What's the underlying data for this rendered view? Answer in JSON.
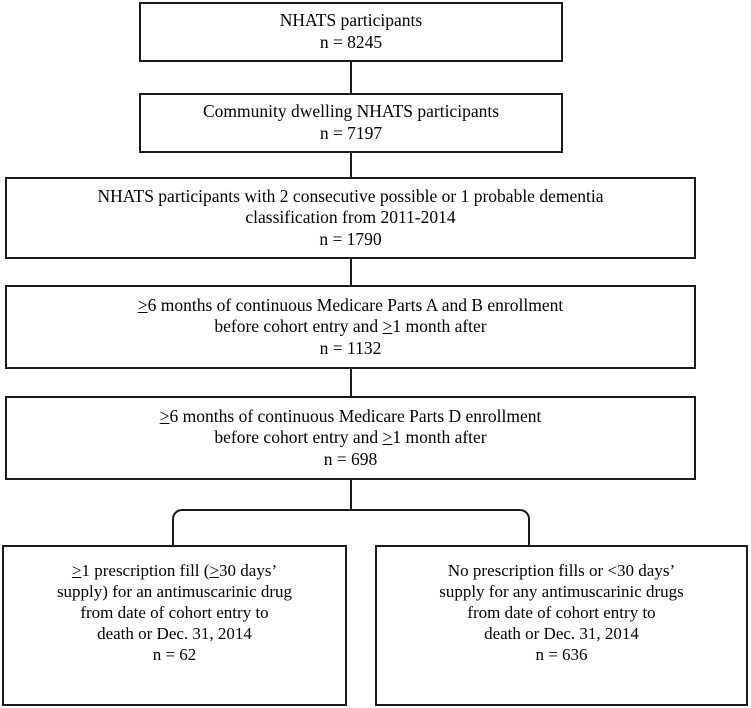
{
  "diagram": {
    "title": "NHATS participant cohort selection flow diagram",
    "type": "flowchart",
    "orientation": "top-to-bottom",
    "stroke_color": "#1b1b1b",
    "background_color": "#ffffff",
    "nodes": [
      {
        "id": "node-1",
        "label": "NHATS participants",
        "lines": [
          "NHATS participants",
          "n = 8245"
        ],
        "n_label": "n = 8245",
        "n_value": 8245
      },
      {
        "id": "node-2",
        "label": "Community dwelling NHATS participants",
        "lines": [
          "Community dwelling NHATS participants",
          "n = 7197"
        ],
        "n_label": "n = 7197",
        "n_value": 7197
      },
      {
        "id": "node-3",
        "label": "NHATS participants with 2 consecutive possible or 1 probable dementia classification from 2011-2014",
        "lines": [
          "NHATS participants with 2 consecutive possible or 1 probable dementia",
          "classification from 2011-2014",
          "n = 1790"
        ],
        "n_label": "n = 1790",
        "n_value": 1790
      },
      {
        "id": "node-4",
        "label": "≥6 months of continuous Medicare Parts A and B enrollment before cohort entry and ≥1 month after",
        "lines": [
          "≥6 months of continuous Medicare Parts A and B enrollment",
          "before cohort entry and ≥1 month after",
          "n = 1132"
        ],
        "line1_prefix": ">",
        "line1_rest": "6 months of continuous Medicare Parts A and B enrollment",
        "line2_a": "before cohort entry and ",
        "line2_prefix": ">",
        "line2_rest": "1 month after",
        "n_label": "n = 1132",
        "n_value": 1132
      },
      {
        "id": "node-5",
        "label": "≥6 months of continuous Medicare Parts D enrollment before cohort entry and ≥1 month after",
        "lines": [
          "≥6 months of continuous Medicare Parts D enrollment",
          "before cohort entry and ≥1 month after",
          "n = 698"
        ],
        "line1_prefix": ">",
        "line1_rest": "6 months of continuous Medicare Parts D enrollment",
        "line2_a": "before cohort entry and ",
        "line2_prefix": ">",
        "line2_rest": "1 month after",
        "n_label": "n = 698",
        "n_value": 698
      },
      {
        "id": "node-6",
        "label": "≥1 prescription fill (≥30 days’ supply) for an antimuscarinic drug from date of cohort entry to death or Dec. 31, 2014",
        "lines": [
          "≥1 prescription fill (≥30 days’",
          "supply) for an antimuscarinic drug",
          "from date of cohort entry to",
          "death or Dec. 31, 2014",
          "n = 62"
        ],
        "line1_p1": ">",
        "line1_p2": "1 prescription fill (",
        "line1_p3": ">",
        "line1_p4": "30 days’",
        "line2": "supply) for an antimuscarinic drug",
        "line3": "from date of cohort entry to",
        "line4": "death or Dec. 31, 2014",
        "n_label": "n = 62",
        "n_value": 62
      },
      {
        "id": "node-7",
        "label": "No prescription fills or <30 days’ supply for any antimuscarinic drugs from date of cohort entry to death or Dec. 31, 2014",
        "lines": [
          "No prescription fills or <30 days’",
          "supply for any antimuscarinic drugs",
          "from date of cohort entry to",
          "death or Dec. 31, 2014",
          "n = 636"
        ],
        "line1": "No prescription fills or <30 days’",
        "line2": "supply for any antimuscarinic drugs",
        "line3": "from date of cohort entry to",
        "line4": "death or Dec. 31, 2014",
        "n_label": "n = 636",
        "n_value": 636
      }
    ],
    "edges": [
      {
        "id": "conn-1-2",
        "from": "node-1",
        "to": "node-2",
        "style": "straight-vertical"
      },
      {
        "id": "conn-2-3",
        "from": "node-2",
        "to": "node-3",
        "style": "straight-vertical"
      },
      {
        "id": "conn-3-4",
        "from": "node-3",
        "to": "node-4",
        "style": "straight-vertical"
      },
      {
        "id": "conn-4-5",
        "from": "node-4",
        "to": "node-5",
        "style": "straight-vertical"
      },
      {
        "id": "conn-5-split",
        "from": "node-5",
        "to": "split-bracket",
        "style": "straight-vertical"
      },
      {
        "id": "split-left",
        "from": "split-bracket",
        "to": "node-6",
        "style": "rounded-elbow"
      },
      {
        "id": "split-right",
        "from": "split-bracket",
        "to": "node-7",
        "style": "rounded-elbow"
      }
    ]
  }
}
